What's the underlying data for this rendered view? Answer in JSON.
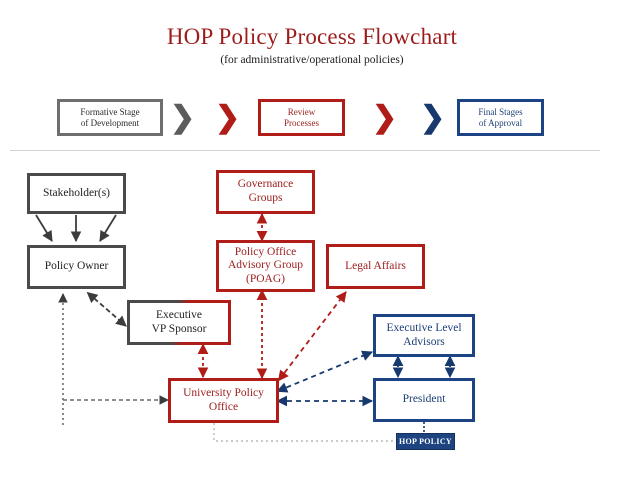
{
  "header": {
    "title": "HOP Policy Process Flowchart",
    "subtitle": "(for administrative/operational policies)",
    "title_color": "#9c1c1c"
  },
  "legend": {
    "stages": [
      {
        "label": "Formative Stage\nof Development",
        "line1": "Formative Stage",
        "line2": "of Development",
        "color": "#6e6e6e",
        "style": "gray"
      },
      {
        "label": "Review\nProcesses",
        "line1": "Review",
        "line2": "Processes",
        "color": "#b01c18",
        "style": "red"
      },
      {
        "label": "Final Stages\nof Approval",
        "line1": "Final Stages",
        "line2": "of Approval",
        "color": "#1c4484",
        "style": "blue"
      }
    ],
    "chevrons": [
      {
        "glyph": "❯",
        "color": "#5c5c5c",
        "name": "chevron-gray"
      },
      {
        "glyph": "❯",
        "color": "#b01c18",
        "name": "chevron-red-1"
      },
      {
        "glyph": "❯",
        "color": "#b01c18",
        "name": "chevron-red-2"
      },
      {
        "glyph": "❯",
        "color": "#17396d",
        "name": "chevron-blue"
      }
    ]
  },
  "nodes": {
    "stakeholders": {
      "line1": "Stakeholder(s)",
      "line2": "",
      "color": "#4a4a4a",
      "stage": "formative"
    },
    "policy_owner": {
      "line1": "Policy Owner",
      "line2": "",
      "color": "#4a4a4a",
      "stage": "formative"
    },
    "executive_vp_sponsor": {
      "line1": "Executive",
      "line2": "VP Sponsor",
      "color": "#4a4a4a",
      "stage": "formative-to-review"
    },
    "governance_groups": {
      "line1": "Governance",
      "line2": "Groups",
      "color": "#b01c18",
      "stage": "review"
    },
    "poag": {
      "line1": "Policy Office",
      "line2": "Advisory Group",
      "line3": "(POAG)",
      "color": "#b01c18",
      "stage": "review"
    },
    "legal_affairs": {
      "line1": "Legal Affairs",
      "line2": "",
      "color": "#b01c18",
      "stage": "review"
    },
    "university_policy_office": {
      "line1": "University Policy",
      "line2": "Office",
      "color": "#b01c18",
      "stage": "review"
    },
    "executive_level_advisors": {
      "line1": "Executive Level",
      "line2": "Advisors",
      "color": "#1c4484",
      "stage": "approval"
    },
    "president": {
      "line1": "President",
      "line2": "",
      "color": "#1c4484",
      "stage": "approval"
    },
    "hop_policy": {
      "line1": "HOP POLICY",
      "color": "#1d4481",
      "stage": "output"
    }
  },
  "colors": {
    "gray": "#4a4a4a",
    "red": "#b01c18",
    "blue": "#1c4484",
    "navy_fill": "#1d4481",
    "separator": "#d3d3d3",
    "background": "#ffffff"
  }
}
